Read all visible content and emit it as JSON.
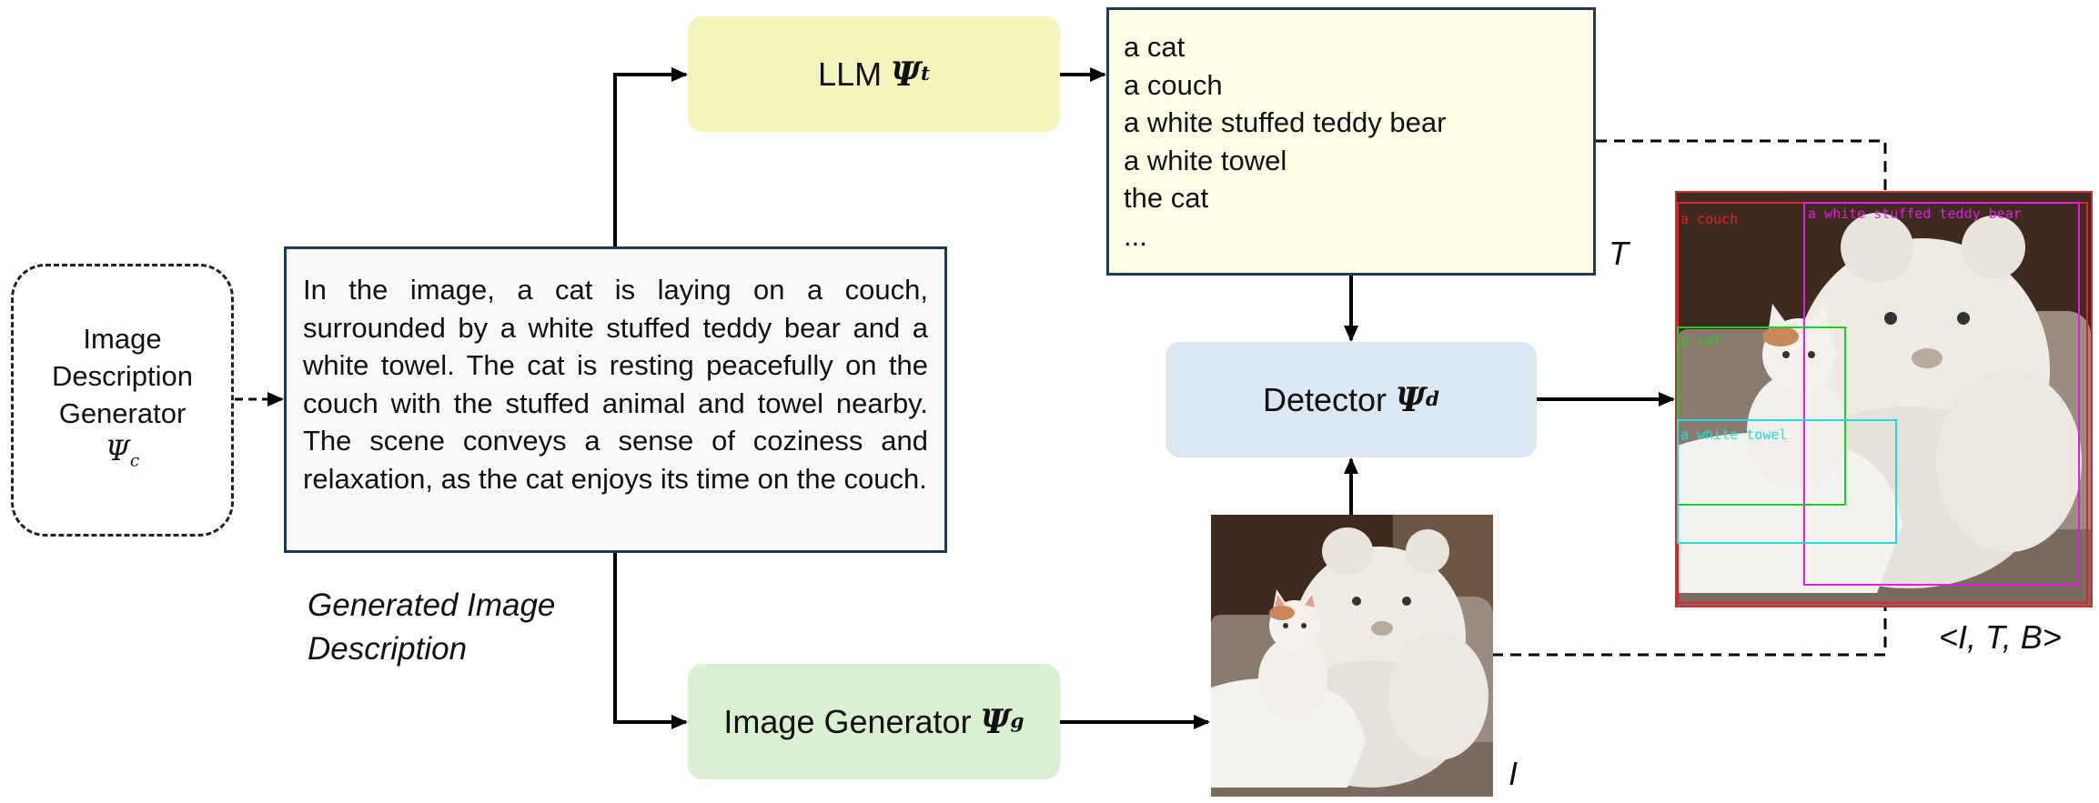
{
  "generator": {
    "line1": "Image",
    "line2": "Description",
    "line3": "Generator",
    "symbol": "Ψ",
    "subscript": "c"
  },
  "description": {
    "text": "In the image, a cat is laying on a couch, surrounded by a white stuffed teddy bear and a white towel. The cat is resting peacefully on the couch with the stuffed animal and towel nearby. The scene conveys a sense of coziness and relaxation, as the cat enjoys its time on the couch.",
    "caption_line1": "Generated Image",
    "caption_line2": "Description"
  },
  "llm": {
    "label": "LLM",
    "symbol": "Ψ",
    "subscript": "t"
  },
  "image_generator": {
    "label": "Image Generator",
    "symbol": "Ψ",
    "subscript": "g"
  },
  "detector": {
    "label": "Detector",
    "symbol": "Ψ",
    "subscript": "d"
  },
  "text_list": {
    "items": [
      "a cat",
      "a couch",
      "a white stuffed teddy bear",
      "a white towel",
      "the cat",
      "..."
    ],
    "label": "T"
  },
  "image_label": "I",
  "output_label": "<I, T, B>",
  "detections": {
    "couch": {
      "label": "a couch",
      "color": "#e0202a"
    },
    "teddy": {
      "label": "a white stuffed teddy bear",
      "color": "#e020e0"
    },
    "cat": {
      "label": "a cat",
      "color": "#22cc22"
    },
    "towel": {
      "label": "a white towel",
      "color": "#22dddd"
    }
  },
  "colors": {
    "llm_fill": "#f6f4bd",
    "generator_fill": "#daf0d2",
    "detector_fill": "#dbe7f2",
    "text_box_fill": "#fefee9",
    "border": "#1f3a4d"
  }
}
